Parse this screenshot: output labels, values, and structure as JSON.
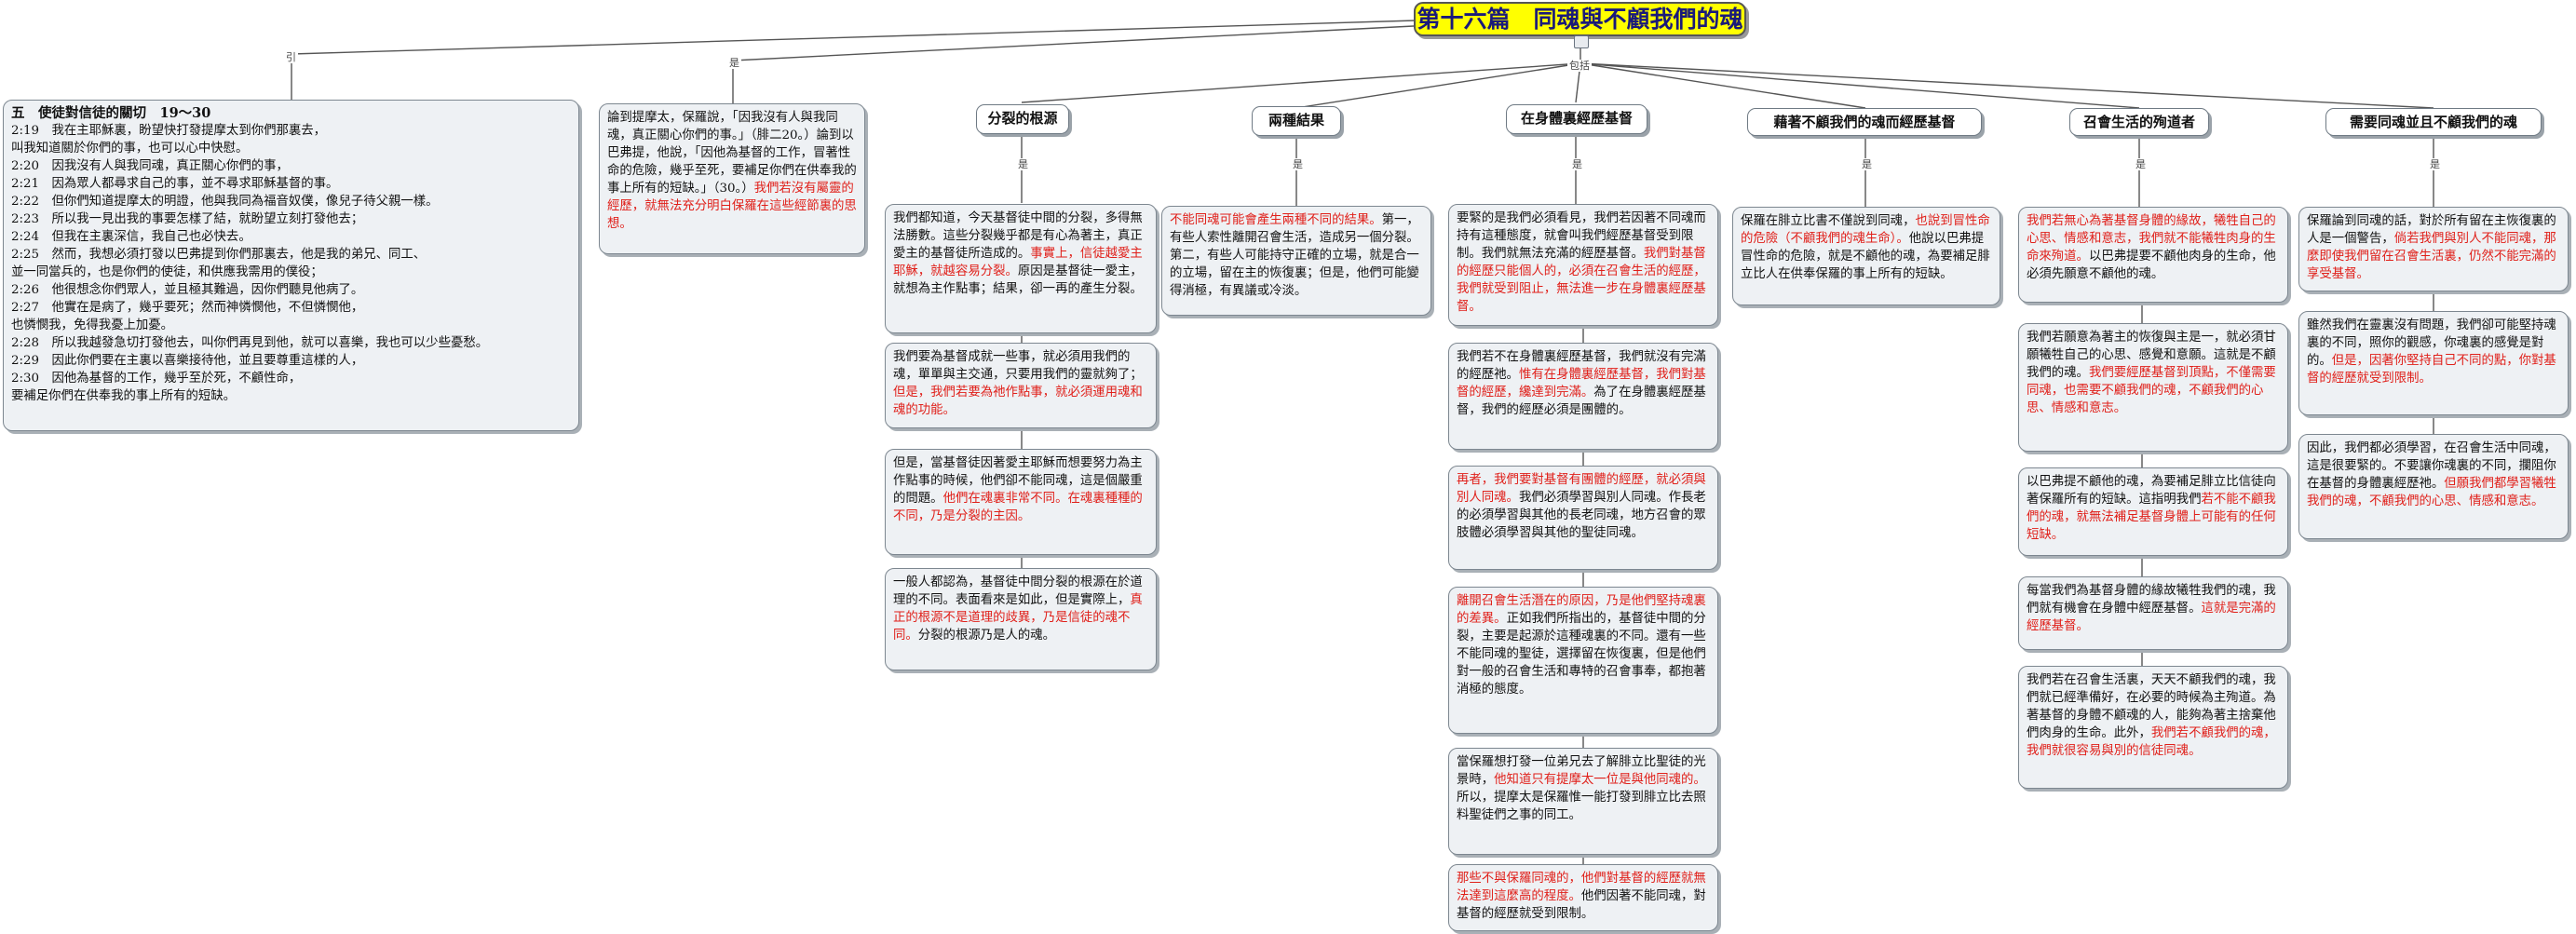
{
  "root": {
    "title": "第十六篇　同魂與不顧我們的魂"
  },
  "labels": {
    "quote": "引",
    "is": "是",
    "include": "包括"
  },
  "verse_block": {
    "title": "五　使徒對信徒的關切　19～30",
    "lines": [
      "2:19　我在主耶穌裏，盼望快打發提摩太到你們那裏去，",
      "叫我知道關於你們的事，也可以心中快慰。",
      "2:20　因我沒有人與我同魂，真正關心你們的事，",
      "2:21　因為眾人都尋求自己的事，並不尋求耶穌基督的事。",
      "2:22　但你們知道提摩太的明證，他與我同為福音奴僕，像兒子待父親一樣。",
      "2:23　所以我一見出我的事要怎樣了結，就盼望立刻打發他去；",
      "2:24　但我在主裏深信，我自己也必快去。",
      "2:25　然而，我想必須打發以巴弗提到你們那裏去，他是我的弟兄、同工、",
      "並一同當兵的，也是你們的使徒，和供應我需用的僕役；",
      "2:26　他很想念你們眾人，並且極其難過，因你們聽見他病了。",
      "2:27　他實在是病了，幾乎要死；然而神憐憫他，不但憐憫他，",
      "也憐憫我，免得我憂上加憂。",
      "2:28　所以我越發急切打發他去，叫你們再見到他，就可以喜樂，我也可以少些憂愁。",
      "2:29　因此你們要在主裏以喜樂接待他，並且要尊重這樣的人，",
      "2:30　因他為基督的工作，幾乎至於死，不顧性命，",
      "要補足你們在供奉我的事上所有的短缺。"
    ]
  },
  "intro_box": {
    "black": "論到提摩太，保羅說，「因我沒有人與我同魂，真正關心你們的事。」（腓二20。）論到以巴弗提，他說，「因他為基督的工作，冒著性命的危險，幾乎至死，要補足你們在供奉我的事上所有的短缺。」（30。）",
    "red": "我們若沒有屬靈的經歷，就無法充分明白保羅在這些經節裏的思想。"
  },
  "headers": {
    "division_source": "分裂的根源",
    "two_results": "兩種結果",
    "experience_christ_in_body": "在身體裏經歷基督",
    "experience_by_not_regarding": "藉著不顧我們的魂而經歷基督",
    "martyrs": "召會生活的殉道者",
    "need_same_soul": "需要同魂並且不顧我們的魂"
  },
  "col_division": {
    "b1": {
      "black": "我們都知道，今天基督徒中間的分裂，多得無法勝數。這些分裂幾乎都是有心為著主，真正愛主的基督徒所造成的。",
      "red": "事實上，信徒越愛主耶穌，就越容易分裂。",
      "black2": "原因是基督徒一愛主，就想為主作點事；結果，卻一再的產生分裂。"
    },
    "b2": {
      "black": "我們要為基督成就一些事，就必須用我們的魂，單單與主交通，只要用我們的靈就夠了；",
      "red": "但是，我們若要為祂作點事，就必須運用魂和魂的功能。"
    },
    "b3": {
      "black": "但是，當基督徒因著愛主耶穌而想要努力為主作點事的時候，他們卻不能同魂，這是個嚴重的問題。",
      "red": "他們在魂裏非常不同。在魂裏種種的不同，乃是分裂的主因。"
    },
    "b4": {
      "black": "一般人都認為，基督徒中間分裂的根源在於道理的不同。表面看來是如此，但是實際上，",
      "red": "真正的根源不是道理的歧異，乃是信徒的魂不同。",
      "black2": "分裂的根源乃是人的魂。"
    }
  },
  "col_results": {
    "b1": {
      "red": "不能同魂可能會產生兩種不同的結果。",
      "black": "第一，有些人索性離開召會生活，造成另一個分裂。第二，有些人可能持守正確的立場，就是合一的立場，留在主的恢復裏；但是，他們可能變得消極，有異議或冷淡。"
    }
  },
  "col_body": {
    "b1": {
      "black": "要緊的是我們必須看見，我們若因著不同魂而持有這種態度，就會叫我們經歷基督受到限制。我們就無法充滿的經歷基督。",
      "red": "我們對基督的經歷只能個人的，必須在召會生活的經歷，我們就受到阻止，無法進一步在身體裏經歷基督。"
    },
    "b2": {
      "black": "我們若不在身體裏經歷基督，我們就沒有完滿的經歷祂。",
      "red": "惟有在身體裏經歷基督，我們對基督的經歷，纔達到完滿。",
      "black2": "為了在身體裏經歷基督，我們的經歷必須是團體的。"
    },
    "b3": {
      "red": "再者，我們要對基督有團體的經歷，就必須與別人同魂。",
      "black": "我們必須學習與別人同魂。作長老的必須學習與其他的長老同魂，地方召會的眾肢體必須學習與其他的聖徒同魂。"
    },
    "b4": {
      "red": "離開召會生活潛在的原因，乃是他們堅持魂裏的差異。",
      "black": "正如我們所指出的，基督徒中間的分裂，主要是起源於這種魂裏的不同。還有一些不能同魂的聖徒，選擇留在恢復裏，但是他們對一般的召會生活和專特的召會事奉，都抱著消極的態度。"
    },
    "b5": {
      "black": "當保羅想打發一位弟兄去了解腓立比聖徒的光景時，",
      "red": "他知道只有提摩太一位是與他同魂的。",
      "black2": "所以，提摩太是保羅惟一能打發到腓立比去照料聖徒們之事的同工。"
    },
    "b6": {
      "red": "那些不與保羅同魂的，他們對基督的經歷就無法達到這麼高的程度。",
      "black": "他們因著不能同魂，對基督的經歷就受到限制。"
    }
  },
  "col_notregard": {
    "b1": {
      "black": "保羅在腓立比書不僅說到同魂，",
      "red": "也說到冒性命的危險（不顧我們的魂生命）。",
      "black2": "他說以巴弗提冒性命的危險，就是不顧他的魂，為要補足腓立比人在供奉保羅的事上所有的短缺。"
    }
  },
  "col_martyrs": {
    "b1": {
      "red": "我們若無心為著基督身體的緣故，犧牲自己的心思、情感和意志，我們就不能犧牲肉身的生命來殉道。",
      "black": "以巴弗提要不顧他肉身的生命，他必須先願意不顧他的魂。"
    },
    "b2": {
      "black": "我們若願意為著主的恢復與主是一，就必須甘願犧牲自己的心思、感覺和意願。這就是不顧我們的魂。",
      "red": "我們要經歷基督到頂點，不僅需要同魂，也需要不顧我們的魂，不顧我們的心思、情感和意志。"
    },
    "b3": {
      "black": "以巴弗提不顧他的魂，為要補足腓立比信徒向著保羅所有的短缺。這指明我們",
      "red": "若不能不顧我們的魂，就無法補足基督身體上可能有的任何短缺。"
    },
    "b4": {
      "black": "每當我們為基督身體的緣故犧牲我們的魂，我們就有機會在身體中經歷基督。",
      "red": "這就是完滿的經歷基督。"
    },
    "b5": {
      "black": "我們若在召會生活裏，天天不顧我們的魂，我們就已經準備好，在必要的時候為主殉道。為著基督的身體不顧魂的人，能夠為著主捨棄他們肉身的生命。此外，",
      "red": "我們若不顧我們的魂，我們就很容易與別的信徒同魂。"
    }
  },
  "col_need": {
    "b1": {
      "black": "保羅論到同魂的話，對於所有留在主恢復裏的人是一個警告，",
      "red": "倘若我們與別人不能同魂，那麼即使我們留在召會生活裏，仍然不能完滿的享受基督。"
    },
    "b2": {
      "black": "雖然我們在靈裏沒有問題，我們卻可能堅持魂裏的不同，照你的觀感，你魂裏的感覺是對的。",
      "red": "但是，因著你堅持自己不同的點，你對基督的經歷就受到限制。"
    },
    "b3": {
      "black": "因此，我們都必須學習，在召會生活中同魂，這是很要緊的。不要讓你魂裏的不同，攔阻你在基督的身體裏經歷祂。",
      "red": "但願我們都學習犧牲我們的魂，不顧我們的心思、情感和意志。"
    }
  }
}
